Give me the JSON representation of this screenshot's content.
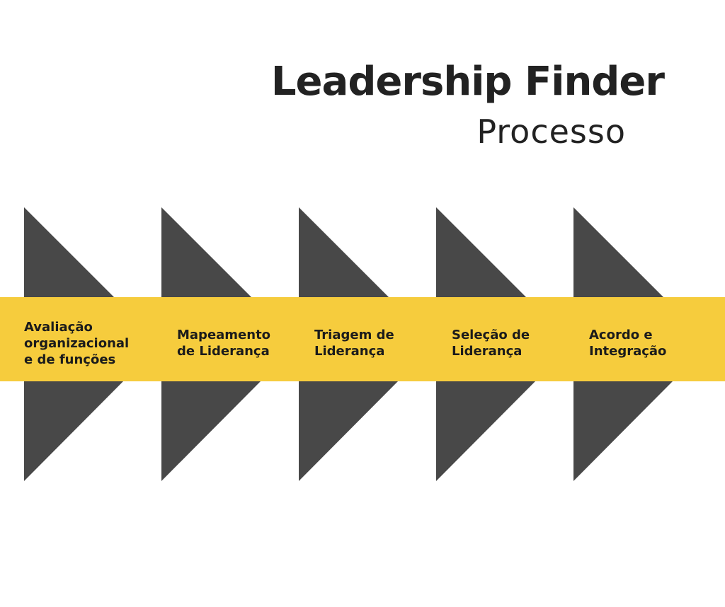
{
  "title": "Leadership Finder",
  "subtitle": "Processo",
  "colors": {
    "band": "#F6CC3D",
    "arrow": "#484848",
    "text": "#1b1b1b",
    "background": "#ffffff"
  },
  "steps": [
    {
      "label": "Avaliação\norganizacional\ne de funções"
    },
    {
      "label": "Mapeamento\nde Liderança"
    },
    {
      "label": "Triagem de\nLiderança"
    },
    {
      "label": "Seleção de\nLiderança"
    },
    {
      "label": "Acordo e\nIntegração"
    }
  ]
}
